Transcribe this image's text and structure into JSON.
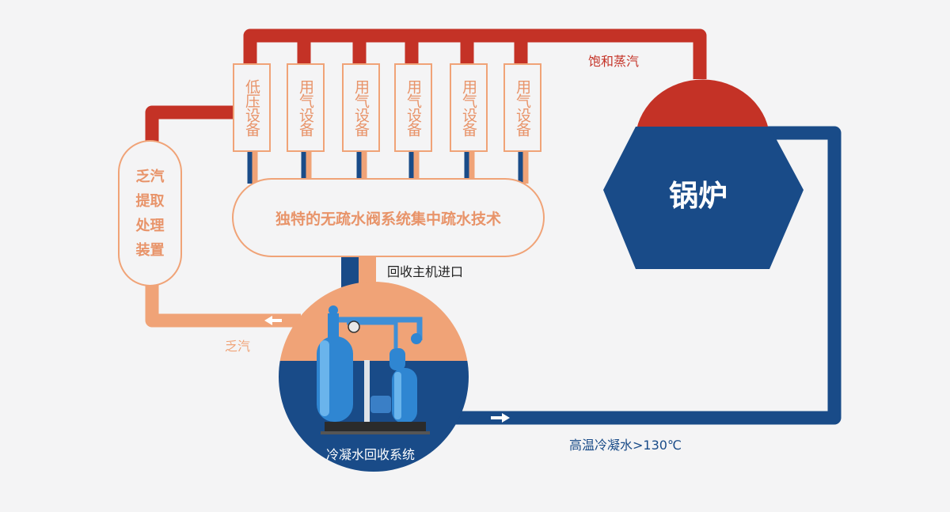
{
  "devices": [
    {
      "label": "低压设备"
    },
    {
      "label": "用气设备"
    },
    {
      "label": "用气设备"
    },
    {
      "label": "用气设备"
    },
    {
      "label": "用气设备"
    },
    {
      "label": "用气设备"
    }
  ],
  "central_tech": "独特的无疏水阀系统集中疏水技术",
  "flash_device": "乏汽提取处理装置",
  "boiler": "锅炉",
  "saturated_steam": "饱和蒸汽",
  "return_inlet": "回收主机进口",
  "flash_steam": "乏汽",
  "recovery_system": "冷凝水回收系统",
  "high_temp_condensate": "高温冷凝水>130℃",
  "colors": {
    "steam_red": "#c43226",
    "water_blue": "#194b88",
    "flash_orange": "#f0a377",
    "background": "#f4f4f5"
  }
}
